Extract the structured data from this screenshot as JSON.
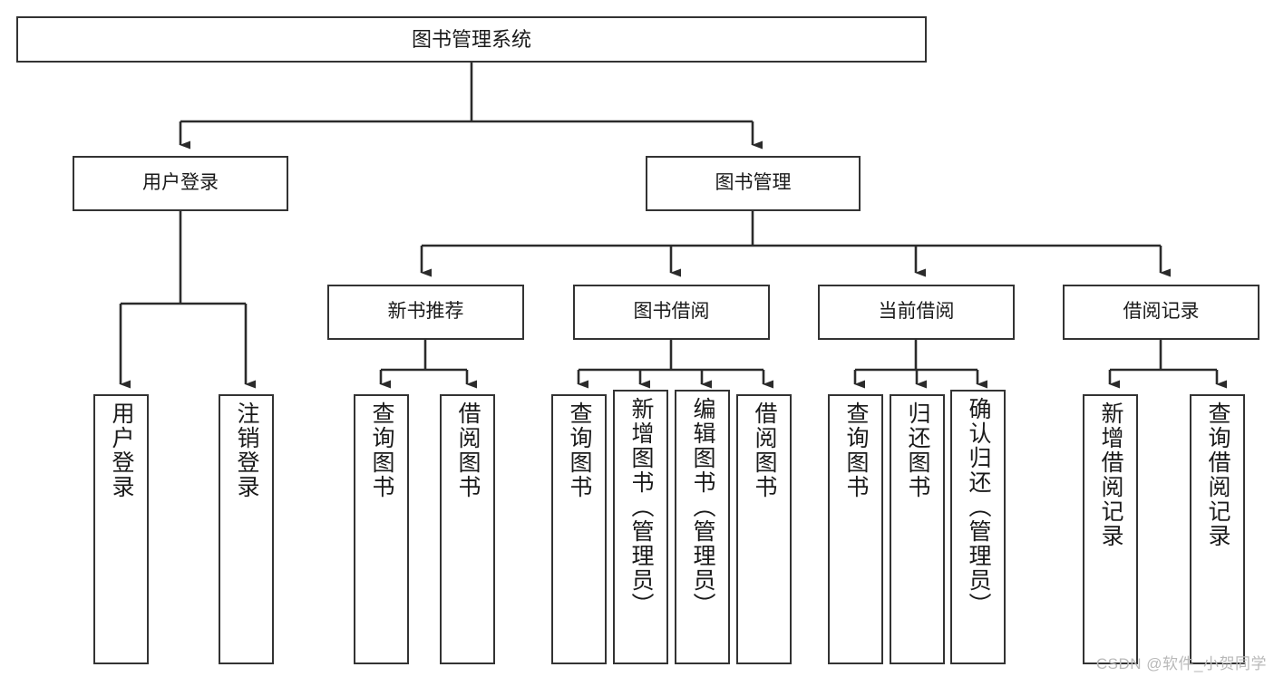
{
  "diagram": {
    "title": "图书管理系统",
    "type": "tree-hierarchy-chart",
    "watermark": "CSDN @软件_小贺同学",
    "colors": {
      "stroke": "#333333",
      "fill": "#ffffff",
      "text": "#1a1a1a",
      "watermark": "#b9b9b9"
    }
  },
  "nodes": {
    "root": {
      "label": "图书管理系统",
      "level": 0
    },
    "l1": [
      {
        "id": "user_login",
        "label": "用户登录",
        "level": 1
      },
      {
        "id": "book_manage",
        "label": "图书管理",
        "level": 1
      }
    ],
    "l2": [
      {
        "id": "new_book_rec",
        "label": "新书推荐",
        "level": 2,
        "parent": "book_manage"
      },
      {
        "id": "book_borrow",
        "label": "图书借阅",
        "level": 2,
        "parent": "book_manage"
      },
      {
        "id": "cur_borrow",
        "label": "当前借阅",
        "level": 2,
        "parent": "book_manage"
      },
      {
        "id": "borrow_record",
        "label": "借阅记录",
        "level": 2,
        "parent": "book_manage"
      }
    ],
    "leaves": [
      {
        "id": "leaf_user_login",
        "label": "用户登录",
        "parent": "user_login"
      },
      {
        "id": "leaf_user_logout",
        "label": "注销登录",
        "parent": "user_login"
      },
      {
        "id": "leaf_nbr_query",
        "label": "查询图书",
        "parent": "new_book_rec"
      },
      {
        "id": "leaf_nbr_borrow",
        "label": "借阅图书",
        "parent": "new_book_rec"
      },
      {
        "id": "leaf_bb_query",
        "label": "查询图书",
        "parent": "book_borrow"
      },
      {
        "id": "leaf_bb_add",
        "label": "新增图书（管理员）",
        "parent": "book_borrow"
      },
      {
        "id": "leaf_bb_edit",
        "label": "编辑图书（管理员）",
        "parent": "book_borrow"
      },
      {
        "id": "leaf_bb_borrow",
        "label": "借阅图书",
        "parent": "book_borrow"
      },
      {
        "id": "leaf_cb_query",
        "label": "查询图书",
        "parent": "cur_borrow"
      },
      {
        "id": "leaf_cb_return",
        "label": "归还图书",
        "parent": "cur_borrow"
      },
      {
        "id": "leaf_cb_confirm",
        "label": "确认归还（管理员）",
        "parent": "cur_borrow"
      },
      {
        "id": "leaf_br_add",
        "label": "新增借阅记录",
        "parent": "borrow_record"
      },
      {
        "id": "leaf_br_query",
        "label": "查询借阅记录",
        "parent": "borrow_record"
      }
    ]
  }
}
